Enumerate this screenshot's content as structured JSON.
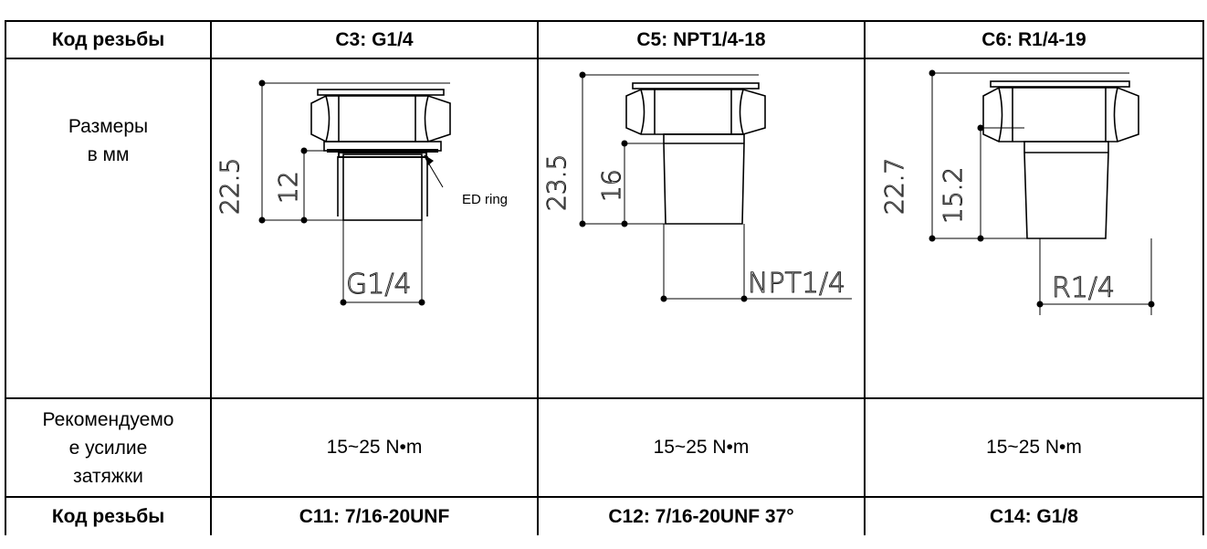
{
  "row_header_label": "Код резьбы",
  "columns": [
    {
      "code": "C3: G1/4",
      "dims": {
        "overall": "22.5",
        "thread": "12",
        "thread_label": "G1/4"
      },
      "note": "ED ring",
      "torque": "15~25 N•m"
    },
    {
      "code": "C5: NPT1/4-18",
      "dims": {
        "overall": "23.5",
        "thread": "16",
        "thread_label": "NPT1/4"
      },
      "torque": "15~25 N•m"
    },
    {
      "code": "C6: R1/4-19",
      "dims": {
        "overall": "22.7",
        "thread": "15.2",
        "thread_label": "R1/4"
      },
      "torque": "15~25 N•m"
    }
  ],
  "dimensions_label": {
    "line1": "Размеры",
    "line2": "в мм"
  },
  "torque_label": {
    "line1": "Рекомендуемо",
    "line2": "е усилие",
    "line3": "затяжки"
  },
  "next_codes": [
    "C11: 7/16-20UNF",
    "C12: 7/16-20UNF 37°",
    "C14: G1/8"
  ]
}
